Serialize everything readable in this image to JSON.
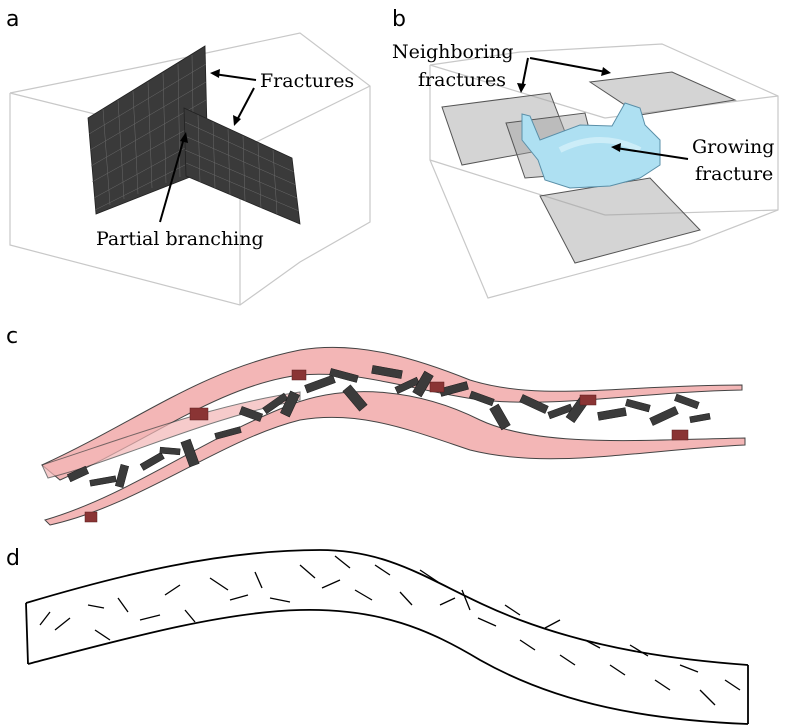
{
  "panels": {
    "a": {
      "letter": "a",
      "labels": {
        "fractures": "Fractures",
        "branching": "Partial branching"
      }
    },
    "b": {
      "letter": "b",
      "labels": {
        "neighboring_line1": "Neighboring",
        "neighboring_line2": "fractures",
        "growing_line1": "Growing",
        "growing_line2": "fracture"
      }
    },
    "c": {
      "letter": "c"
    },
    "d": {
      "letter": "d"
    }
  },
  "colors": {
    "fracture_dark": "#3a3a3a",
    "neighbor_plane": "#a0a0a0",
    "growing_fracture": "#aee0f2",
    "band_fill": "#f3b6b6",
    "band_red_chip": "#8a3434"
  }
}
